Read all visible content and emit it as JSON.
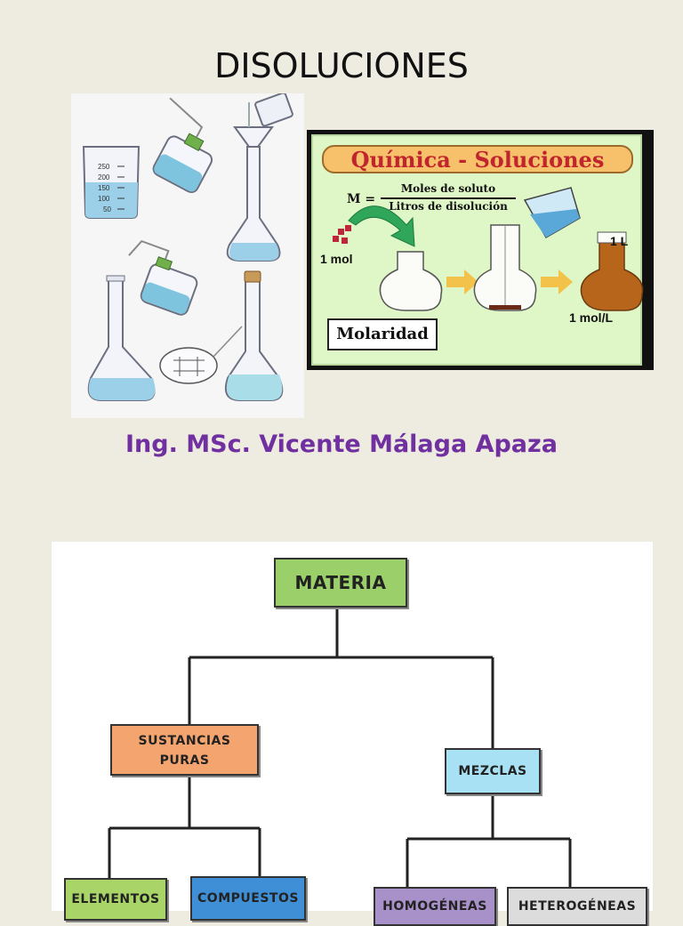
{
  "title": "DISOLUCIONES",
  "author": "Ing. MSc. Vicente Málaga Apaza",
  "beaker_scale": [
    "250",
    "200",
    "150",
    "100",
    "50"
  ],
  "chem_card": {
    "header": "Química - Soluciones",
    "formula_lhs": "M =",
    "formula_numerator": "Moles de soluto",
    "formula_denominator": "Litros de disolución",
    "mol_label": "1 mol",
    "liter_label": "1 L",
    "molar_label": "1 mol/L",
    "box_label": "Molaridad"
  },
  "tree": {
    "root": "MATERIA",
    "pure": "SUSTANCIAS\nPURAS",
    "mixtures": "MEZCLAS",
    "elements": "ELEMENTOS",
    "compounds": "COMPUESTOS",
    "homogeneous": "HOMOGÉNEAS",
    "heterogeneous": "HETEROGÉNEAS"
  },
  "colors": {
    "background": "#eeece1",
    "author": "#7030a0",
    "root": "#9bcf6a",
    "pure": "#f4a46e",
    "mixtures": "#a7e1f3",
    "elements": "#a8d468",
    "compounds": "#3f8fd6",
    "homogeneous": "#a890c8",
    "heterogeneous": "#dcdcdc"
  }
}
